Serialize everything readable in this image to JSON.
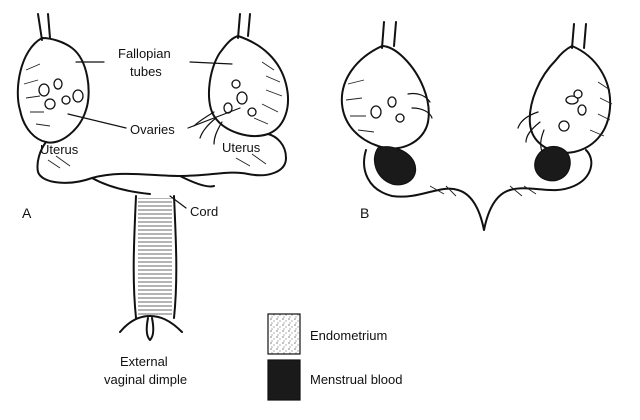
{
  "panels": {
    "a": "A",
    "b": "B"
  },
  "labels": {
    "fallopian_1": "Fallopian",
    "fallopian_2": "tubes",
    "ovaries": "Ovaries",
    "uterus_left": "Uterus",
    "uterus_right": "Uterus",
    "cord": "Cord",
    "vaginal_1": "External",
    "vaginal_2": "vaginal dimple"
  },
  "legend": [
    {
      "label": "Endometrium",
      "pattern": "stipple"
    },
    {
      "label": "Menstrual blood",
      "color": "#1a1a1a"
    }
  ]
}
